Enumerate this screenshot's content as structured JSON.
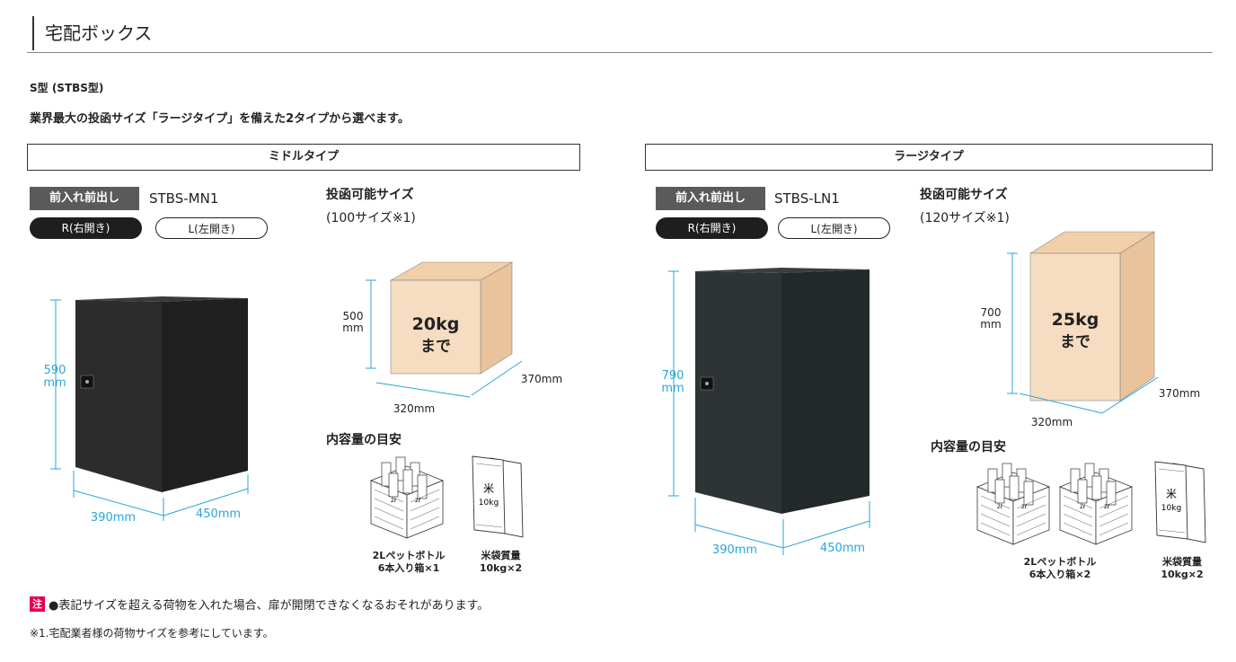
{
  "page": {
    "title": "宅配ボックス",
    "series": "S型 (STBS型)",
    "lead": "業界最大の投函サイズ「ラージタイプ」を備えた2タイプから選べます。"
  },
  "types": [
    {
      "name": "ミドルタイプ",
      "tag": "前入れ前出し",
      "model": "STBS-MN1",
      "options": [
        "R(右開き)",
        "L(左開き)"
      ],
      "selected_option": "R(右開き)",
      "box": {
        "height": "590",
        "height_unit": "mm",
        "width": "390mm",
        "depth": "450mm"
      },
      "parcel": {
        "title": "投函可能サイズ",
        "note": "(100サイズ※1)",
        "height": "500",
        "height_unit": "mm",
        "width": "320mm",
        "depth": "370mm",
        "weight": "20kg",
        "weight_suffix": "まで"
      },
      "capacity": {
        "title": "内容量の目安",
        "items": [
          {
            "line1": "2Lペットボトル",
            "line2": "6本入り箱×1",
            "count": 1
          },
          {
            "line1": "米袋質量",
            "line2": "10kg×2",
            "count": 1
          }
        ]
      }
    },
    {
      "name": "ラージタイプ",
      "tag": "前入れ前出し",
      "model": "STBS-LN1",
      "options": [
        "R(右開き)",
        "L(左開き)"
      ],
      "selected_option": "R(右開き)",
      "box": {
        "height": "790",
        "height_unit": "mm",
        "width": "390mm",
        "depth": "450mm"
      },
      "parcel": {
        "title": "投函可能サイズ",
        "note": "(120サイズ※1)",
        "height": "700",
        "height_unit": "mm",
        "width": "320mm",
        "depth": "370mm",
        "weight": "25kg",
        "weight_suffix": "まで"
      },
      "capacity": {
        "title": "内容量の目安",
        "items": [
          {
            "line1": "2Lペットボトル",
            "line2": "6本入り箱×2",
            "count": 2
          },
          {
            "line1": "米袋質量",
            "line2": "10kg×2",
            "count": 1
          }
        ]
      }
    }
  ],
  "bag_label": {
    "mark": "米",
    "weight": "10kg"
  },
  "bottle_label": "2ℓ",
  "notice": {
    "badge": "注",
    "text": "●表記サイズを超える荷物を入れた場合、扉が開閉できなくなるおそれがあります。"
  },
  "footnote": "※1.宅配業者様の荷物サイズを参考にしています。",
  "colors": {
    "dimension": "#2aa6d8",
    "parcel": "#f6dcc0",
    "box": "#242424",
    "badge": "#e6004d"
  },
  "icons": [
    "cardboard-box-icon",
    "bottle-case-icon",
    "rice-bag-icon"
  ]
}
